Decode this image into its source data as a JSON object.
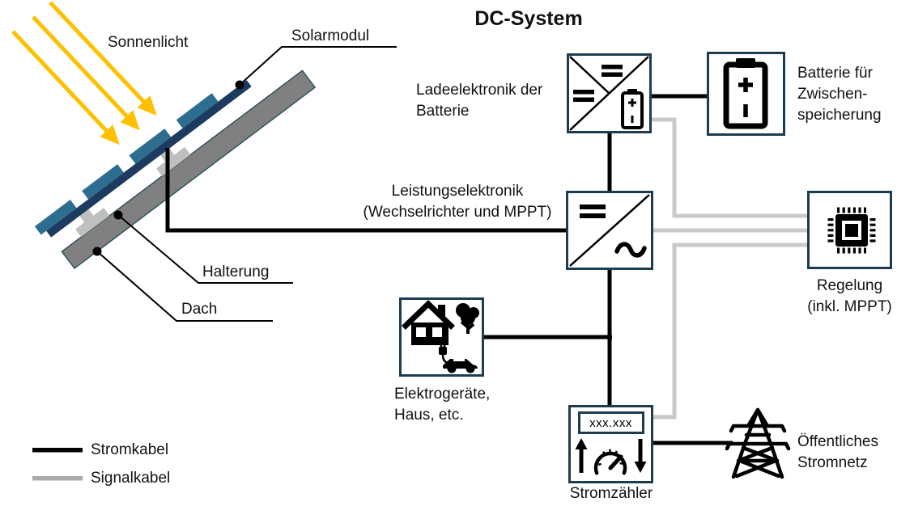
{
  "title": "DC-System",
  "panel_labels": {
    "sunlight": "Sonnenlicht",
    "solar_module": "Solarmodul",
    "mount": "Halterung",
    "roof": "Dach"
  },
  "nodes": {
    "charger": {
      "lines": [
        "Ladeelektronik der",
        "Batterie"
      ]
    },
    "battery": {
      "lines": [
        "Batterie für",
        "Zwischen-",
        "speicherung"
      ]
    },
    "inverter": {
      "lines": [
        "Leistungselektronik",
        "(Wechselrichter und MPPT)"
      ]
    },
    "control": {
      "lines": [
        "Regelung",
        "(inkl. MPPT)"
      ]
    },
    "loads": {
      "lines": [
        "Elektrogeräte,",
        "Haus, etc."
      ]
    },
    "meter": {
      "label": "Stromzähler",
      "display": "xxx.xxx"
    },
    "grid": {
      "lines": [
        "Öffentliches",
        "Stromnetz"
      ]
    }
  },
  "legend": {
    "power": "Stromkabel",
    "signal": "Signalkabel"
  },
  "icons": {
    "charger_box": "dc-dc-converter-with-battery",
    "battery_box": "battery",
    "inverter_box": "dc-ac-inverter",
    "control_box": "microchip",
    "loads_box": "house-tree-ev",
    "meter_box": "energy-meter-gauge",
    "grid": "transmission-tower",
    "sun": "sun-rays-arrows"
  },
  "colors": {
    "power_cable": "#000000",
    "signal_cable": "#c9c9c9",
    "legend_signal": "#ababab",
    "box_border": "#1d3c50",
    "sun_arrow": "#ffc000",
    "module_frame": "#1d3a5f",
    "module_cells": "#2d6d90",
    "roof": "#808080",
    "mount": "#bfbfbf"
  }
}
